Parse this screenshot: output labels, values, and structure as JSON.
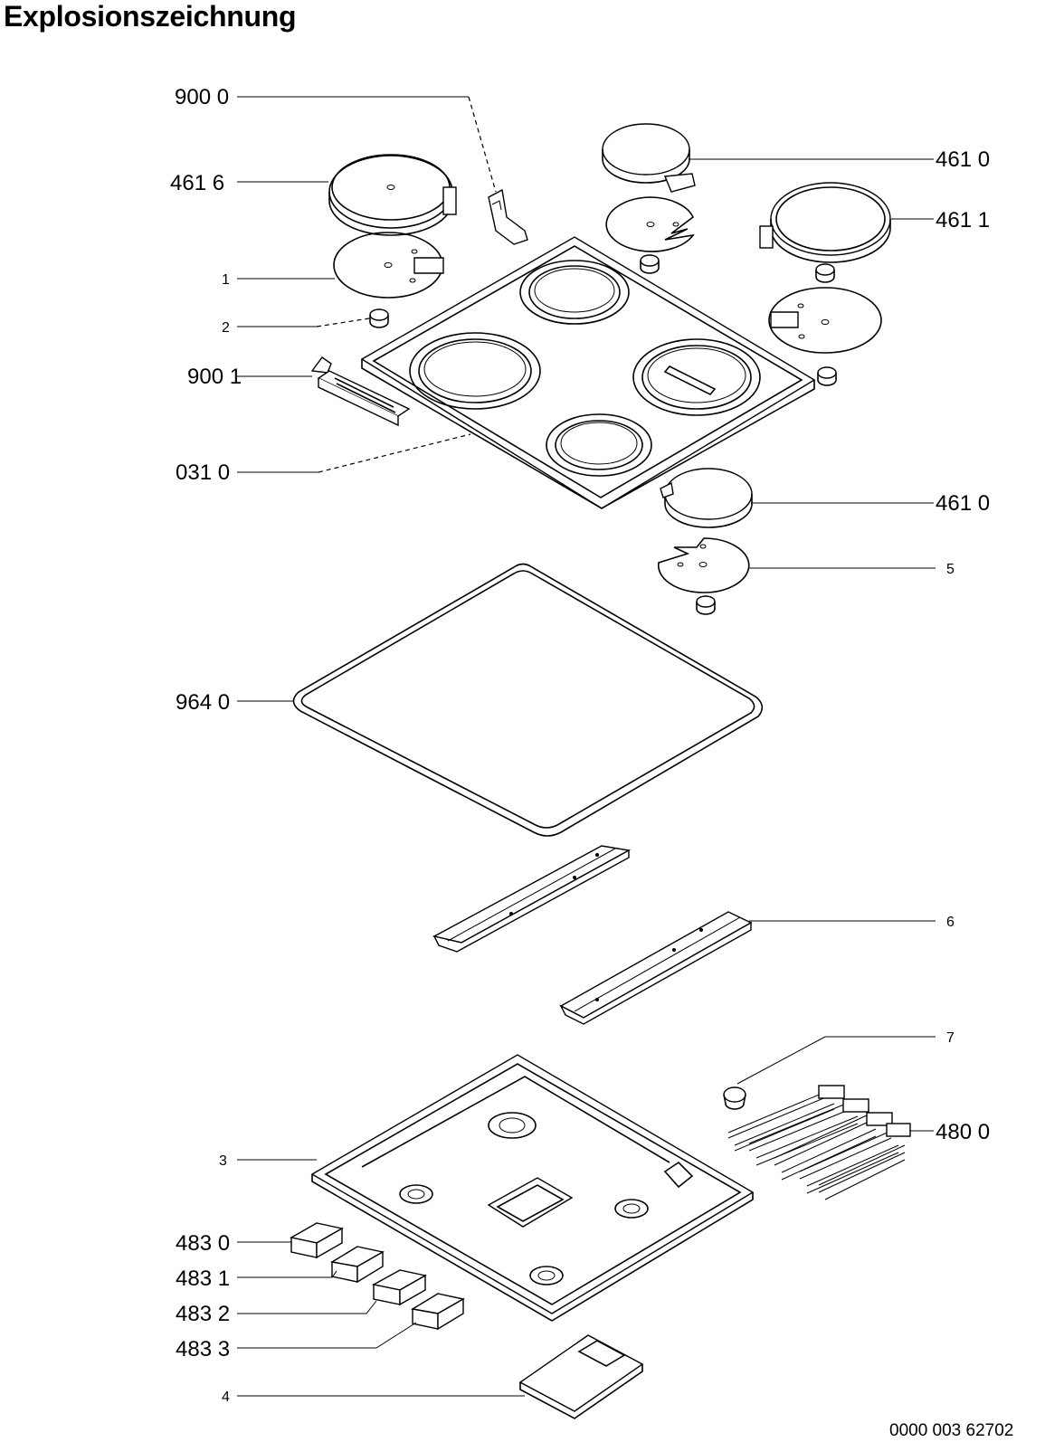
{
  "title": "Explosionszeichnung",
  "reference_number": "0000 003 62702",
  "callouts": {
    "c9000": "900 0",
    "c4616": "461  6",
    "c4610_top": "461 0",
    "c4611": "461 1",
    "c1": "1",
    "c2": "2",
    "c9001": "900 1",
    "c0310": "031 0",
    "c4610_mid": "461 0",
    "c5": "5",
    "c9640": "964 0",
    "c6": "6",
    "c7": "7",
    "c4800": "480 0",
    "c3": "3",
    "c4830": "483 0",
    "c4831": "483 1",
    "c4832": "483 2",
    "c4833": "483 3",
    "c4": "4"
  }
}
